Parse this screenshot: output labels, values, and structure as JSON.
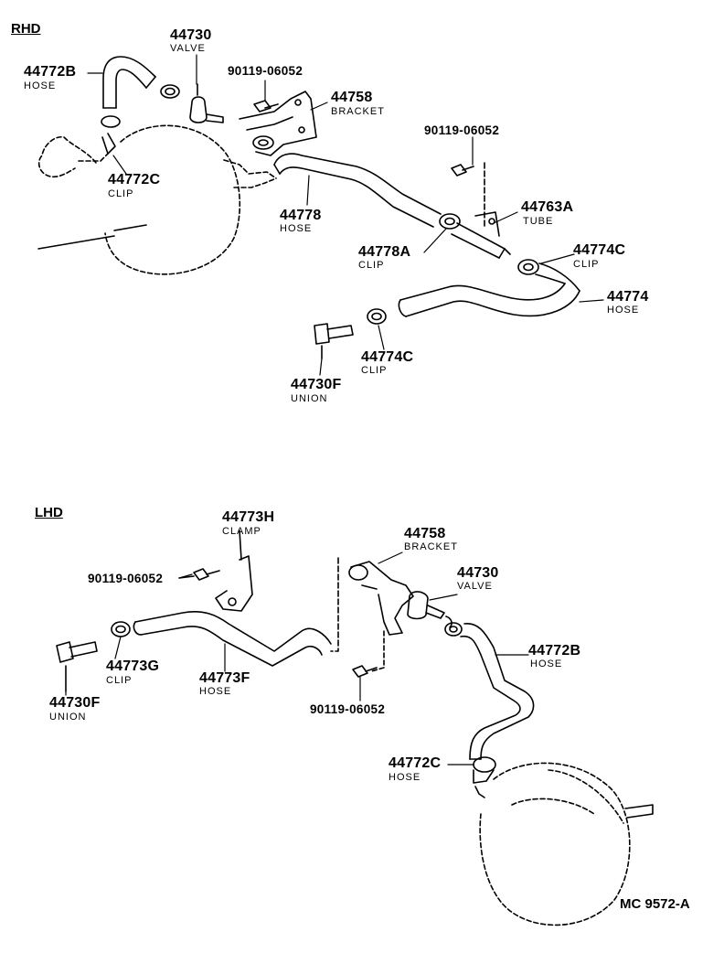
{
  "sections": {
    "rhd": "RHD",
    "lhd": "LHD"
  },
  "reference": "MC 9572-A",
  "rhd": {
    "hose_44772b": {
      "number": "44772B",
      "name": "HOSE"
    },
    "valve_44730": {
      "number": "44730",
      "name": "VALVE"
    },
    "bolt_top": {
      "number": "90119-06052"
    },
    "bracket_44758": {
      "number": "44758",
      "name": "BRACKET"
    },
    "bolt_right": {
      "number": "90119-06052"
    },
    "clip_44772c": {
      "number": "44772C",
      "name": "CLIP"
    },
    "hose_44778": {
      "number": "44778",
      "name": "HOSE"
    },
    "tube_44763a": {
      "number": "44763A",
      "name": "TUBE"
    },
    "clip_44778a": {
      "number": "44778A",
      "name": "CLIP"
    },
    "clip_44774c_right": {
      "number": "44774C",
      "name": "CLIP"
    },
    "hose_44774": {
      "number": "44774",
      "name": "HOSE"
    },
    "clip_44774c_lower": {
      "number": "44774C",
      "name": "CLIP"
    },
    "union_44730f": {
      "number": "44730F",
      "name": "UNION"
    }
  },
  "lhd": {
    "clamp_44773h": {
      "number": "44773H",
      "name": "CLAMP"
    },
    "bracket_44758": {
      "number": "44758",
      "name": "BRACKET"
    },
    "bolt_left": {
      "number": "90119-06052"
    },
    "valve_44730": {
      "number": "44730",
      "name": "VALVE"
    },
    "hose_44772b": {
      "number": "44772B",
      "name": "HOSE"
    },
    "clip_44773g": {
      "number": "44773G",
      "name": "CLIP"
    },
    "hose_44773f": {
      "number": "44773F",
      "name": "HOSE"
    },
    "union_44730f": {
      "number": "44730F",
      "name": "UNION"
    },
    "bolt_lower": {
      "number": "90119-06052"
    },
    "hose_44772c": {
      "number": "44772C",
      "name": "HOSE"
    }
  }
}
